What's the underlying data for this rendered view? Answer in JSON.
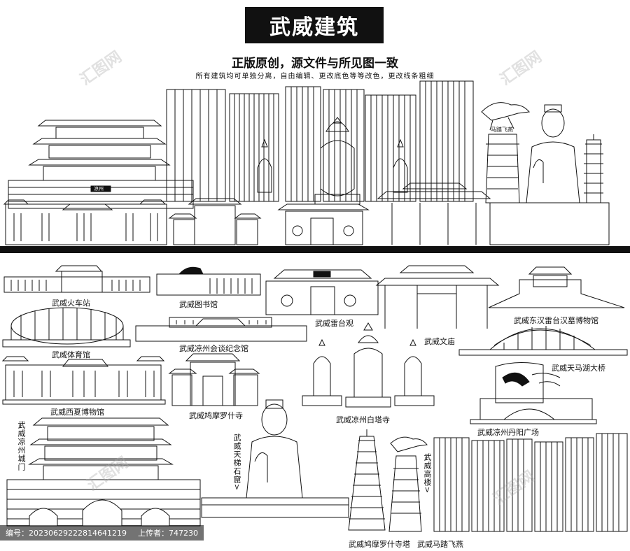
{
  "header": {
    "title": "武威建筑",
    "subtitle": "正版原创，源文件与所见图一致",
    "subtext": "所有建筑均可单独分离，自由编辑、更改底色等等改色，更改线条粗细"
  },
  "labels": {
    "train_station": "武威火车站",
    "library": "武威图书馆",
    "leitai": "武威雷台观",
    "wenmiao": "武威文庙",
    "museum_han": "武威东汉雷台汉墓博物馆",
    "gym": "武威体育馆",
    "liangzhou_hall": "武威凉州会谈纪念馆",
    "bridge": "武威天马湖大桥",
    "xixia_museum": "武威西夏博物馆",
    "kumarajiva_temple": "武威鸠摩罗什寺",
    "white_pagoda": "武威凉州白塔寺",
    "danyang_square": "武威凉州丹阳广场",
    "city_gate": "武威凉州城门",
    "grotto": "武威天梯石窟>",
    "highrise": "武威高楼>",
    "kumarajiva_pagoda": "武威鸠摩罗什寺塔",
    "flying_horse": "武威马踏飞燕"
  },
  "signs": {
    "gate_plaque": "凉州",
    "horse_plaque": "马踏飞燕"
  },
  "footer": {
    "id_label": "编号：20230629222814641219",
    "uploader": "上传者：747230"
  },
  "watermark": "汇图网"
}
